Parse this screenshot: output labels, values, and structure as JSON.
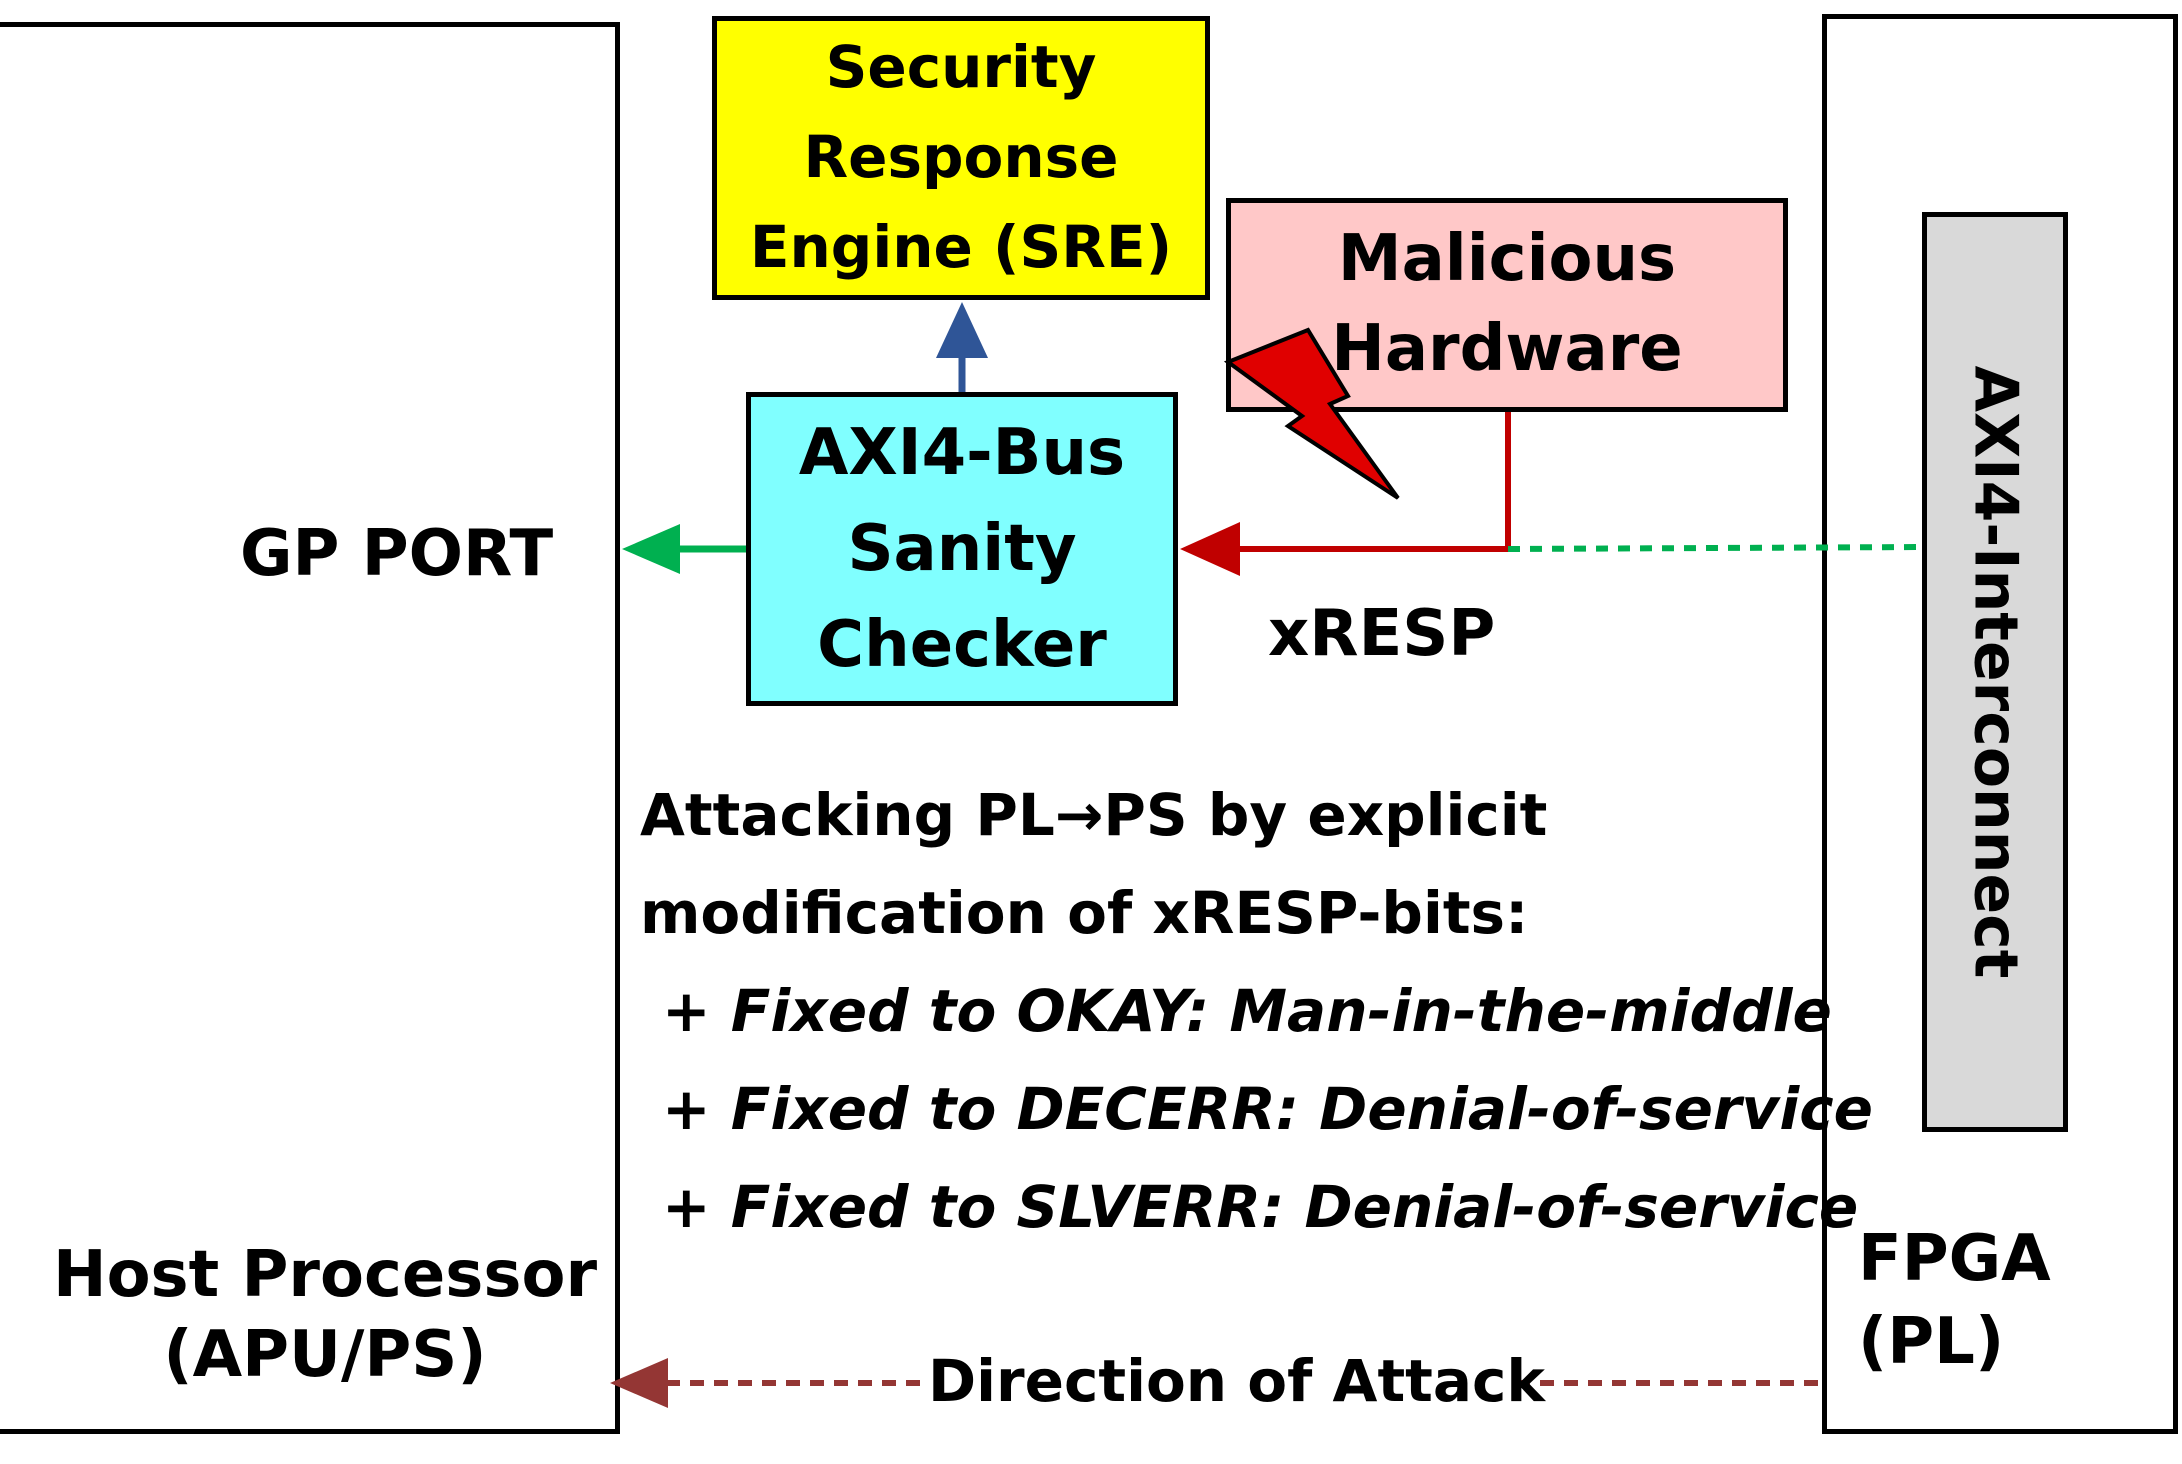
{
  "host": {
    "gp_port_label": "GP PORT",
    "name_line1": "Host Processor",
    "name_line2": "(APU/PS)"
  },
  "sre": {
    "line1": "Security",
    "line2": "Response",
    "line3": "Engine (SRE)",
    "fill": "#FFFF00"
  },
  "checker": {
    "line1": "AXI4-Bus",
    "line2": "Sanity",
    "line3": "Checker",
    "fill": "#80FFFF"
  },
  "malicious": {
    "line1": "Malicious",
    "line2": "Hardware",
    "fill": "#FFC8C8"
  },
  "fpga": {
    "interconnect_label": "AXI4-Interconnect",
    "interconnect_fill": "#D9D9D9",
    "name_line1": "FPGA",
    "name_line2": "(PL)"
  },
  "signal": {
    "xresp_label": "xRESP"
  },
  "attack": {
    "line1": "Attacking PL→PS by explicit",
    "line2": "modification of xRESP-bits:",
    "items": [
      "+ Fixed to OKAY: Man-in-the-middle",
      "+ Fixed to DECERR: Denial-of-service",
      "+ Fixed to SLVERR: Denial-of-service"
    ],
    "direction_label": "Direction of Attack"
  },
  "colors": {
    "blue_arrow": "#2F5597",
    "green_arrow": "#00B050",
    "red_path": "#C00000",
    "direction_arrow": "#943634",
    "lightning_fill": "#E00000"
  },
  "icons": {
    "attack": "lightning-bolt-icon"
  }
}
